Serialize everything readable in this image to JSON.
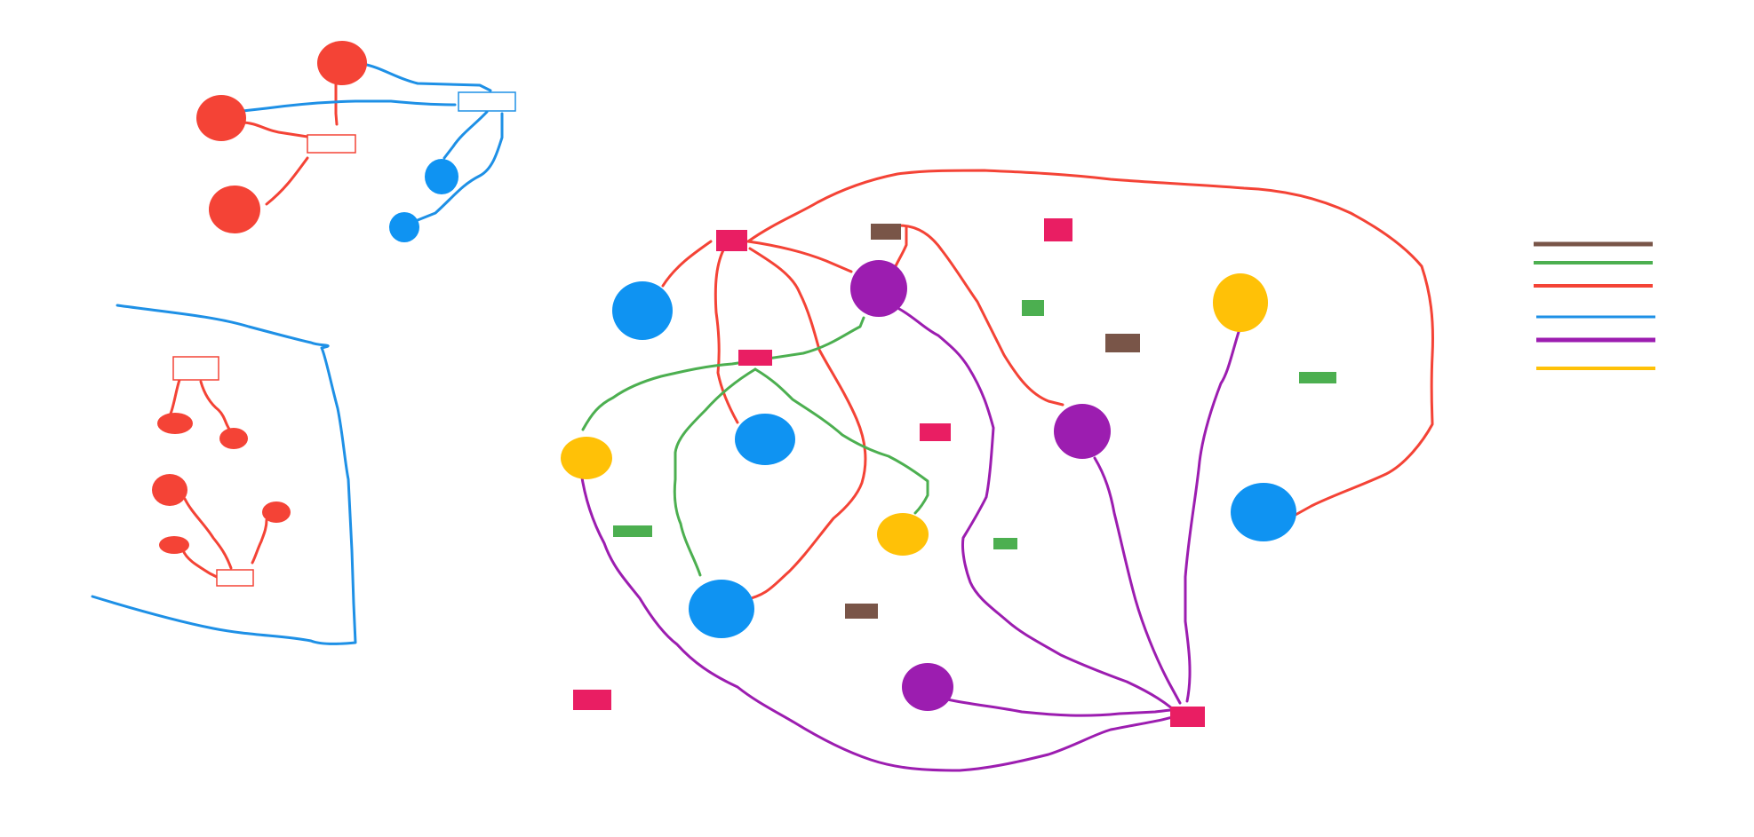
{
  "colors": {
    "red": "#F44336",
    "blue": "#1E90E6",
    "blue_node": "#0F93F2",
    "green": "#4CAF50",
    "brown": "#795548",
    "purple": "#9C1DB0",
    "yellow": "#FFC107",
    "pink": "#E91E63",
    "white": "#FFFFFF"
  },
  "legend": {
    "entries": [
      {
        "name": "brown-line",
        "color": "#795548"
      },
      {
        "name": "green-line",
        "color": "#4CAF50"
      },
      {
        "name": "red-line",
        "color": "#F44336"
      },
      {
        "name": "blue-line",
        "color": "#1E90E6"
      },
      {
        "name": "purple-line",
        "color": "#9C1DB0"
      },
      {
        "name": "yellow-line",
        "color": "#FFC107"
      }
    ]
  }
}
